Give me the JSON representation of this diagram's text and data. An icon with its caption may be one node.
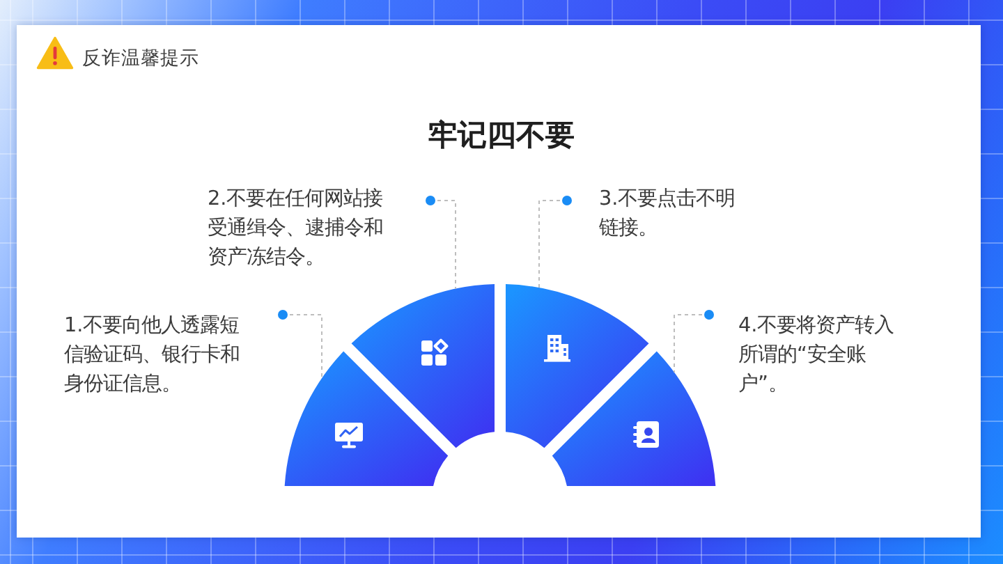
{
  "diagram": {
    "title": "牢记四不要",
    "nodes": [
      {
        "text": [
          "1.不要向他人透露短信验证码、银行卡和身份证信息。"
        ]
      },
      {
        "text": [
          "2.不要在任何网站接受通缉令、逮捕令和资产冻结令。"
        ]
      },
      {
        "text": [
          "3.不要点击不明链接。"
        ]
      },
      {
        "text": [
          "4.不要将资产转入所谓的“安全账户”。"
        ]
      },
      {
        "text": [],
        "shape": "wedge"
      },
      {
        "text": [],
        "shape": "wedge"
      },
      {
        "text": [],
        "shape": "wedge"
      },
      {
        "text": [],
        "shape": "wedge"
      }
    ],
    "edges": [
      {
        "from": 0,
        "to": 4,
        "arrow": "other",
        "style": "dashed"
      },
      {
        "from": 1,
        "to": 5,
        "arrow": "other",
        "style": "dashed"
      },
      {
        "from": 2,
        "to": 6,
        "arrow": "other",
        "style": "dashed"
      },
      {
        "from": 3,
        "to": 7,
        "arrow": "other",
        "style": "dashed"
      }
    ],
    "labels": [
      "反诈温馨提示"
    ]
  }
}
